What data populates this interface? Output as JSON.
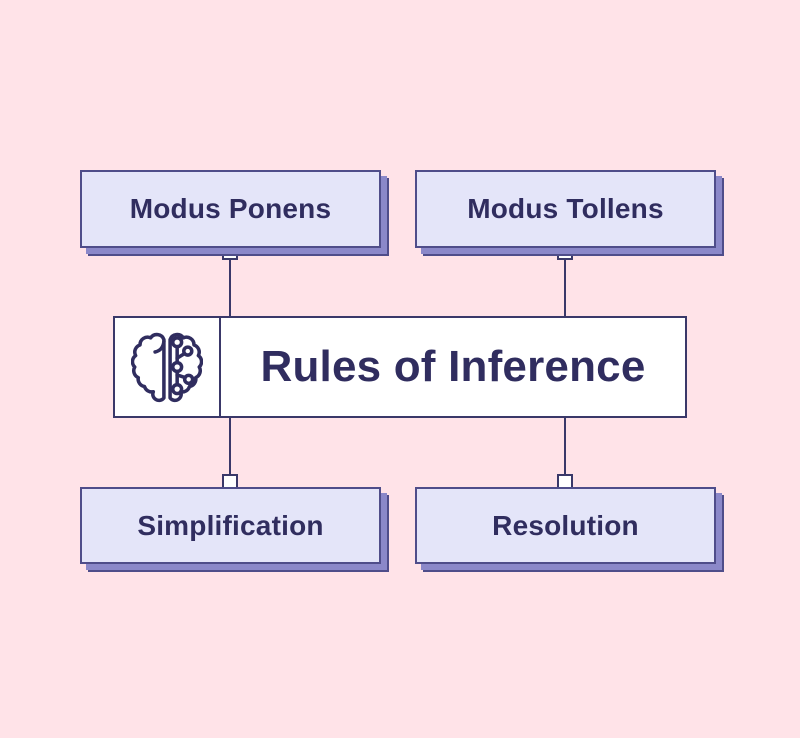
{
  "palette": {
    "page-bg": "#ffe3e8",
    "node-fill": "#e4e5f9",
    "node-border": "#4f4d8a",
    "node-shadow": "#8b88c9",
    "center-fill": "#ffffff",
    "ink": "#302d5f",
    "line": "#3a3869"
  },
  "diagram": {
    "center": {
      "title": "Rules of Inference",
      "icon": "ai-brain-icon"
    },
    "nodes": [
      {
        "id": "modus-ponens",
        "label": "Modus Ponens",
        "position": "top-left"
      },
      {
        "id": "modus-tollens",
        "label": "Modus Tollens",
        "position": "top-right"
      },
      {
        "id": "simplification",
        "label": "Simplification",
        "position": "bottom-left"
      },
      {
        "id": "resolution",
        "label": "Resolution",
        "position": "bottom-right"
      }
    ]
  }
}
